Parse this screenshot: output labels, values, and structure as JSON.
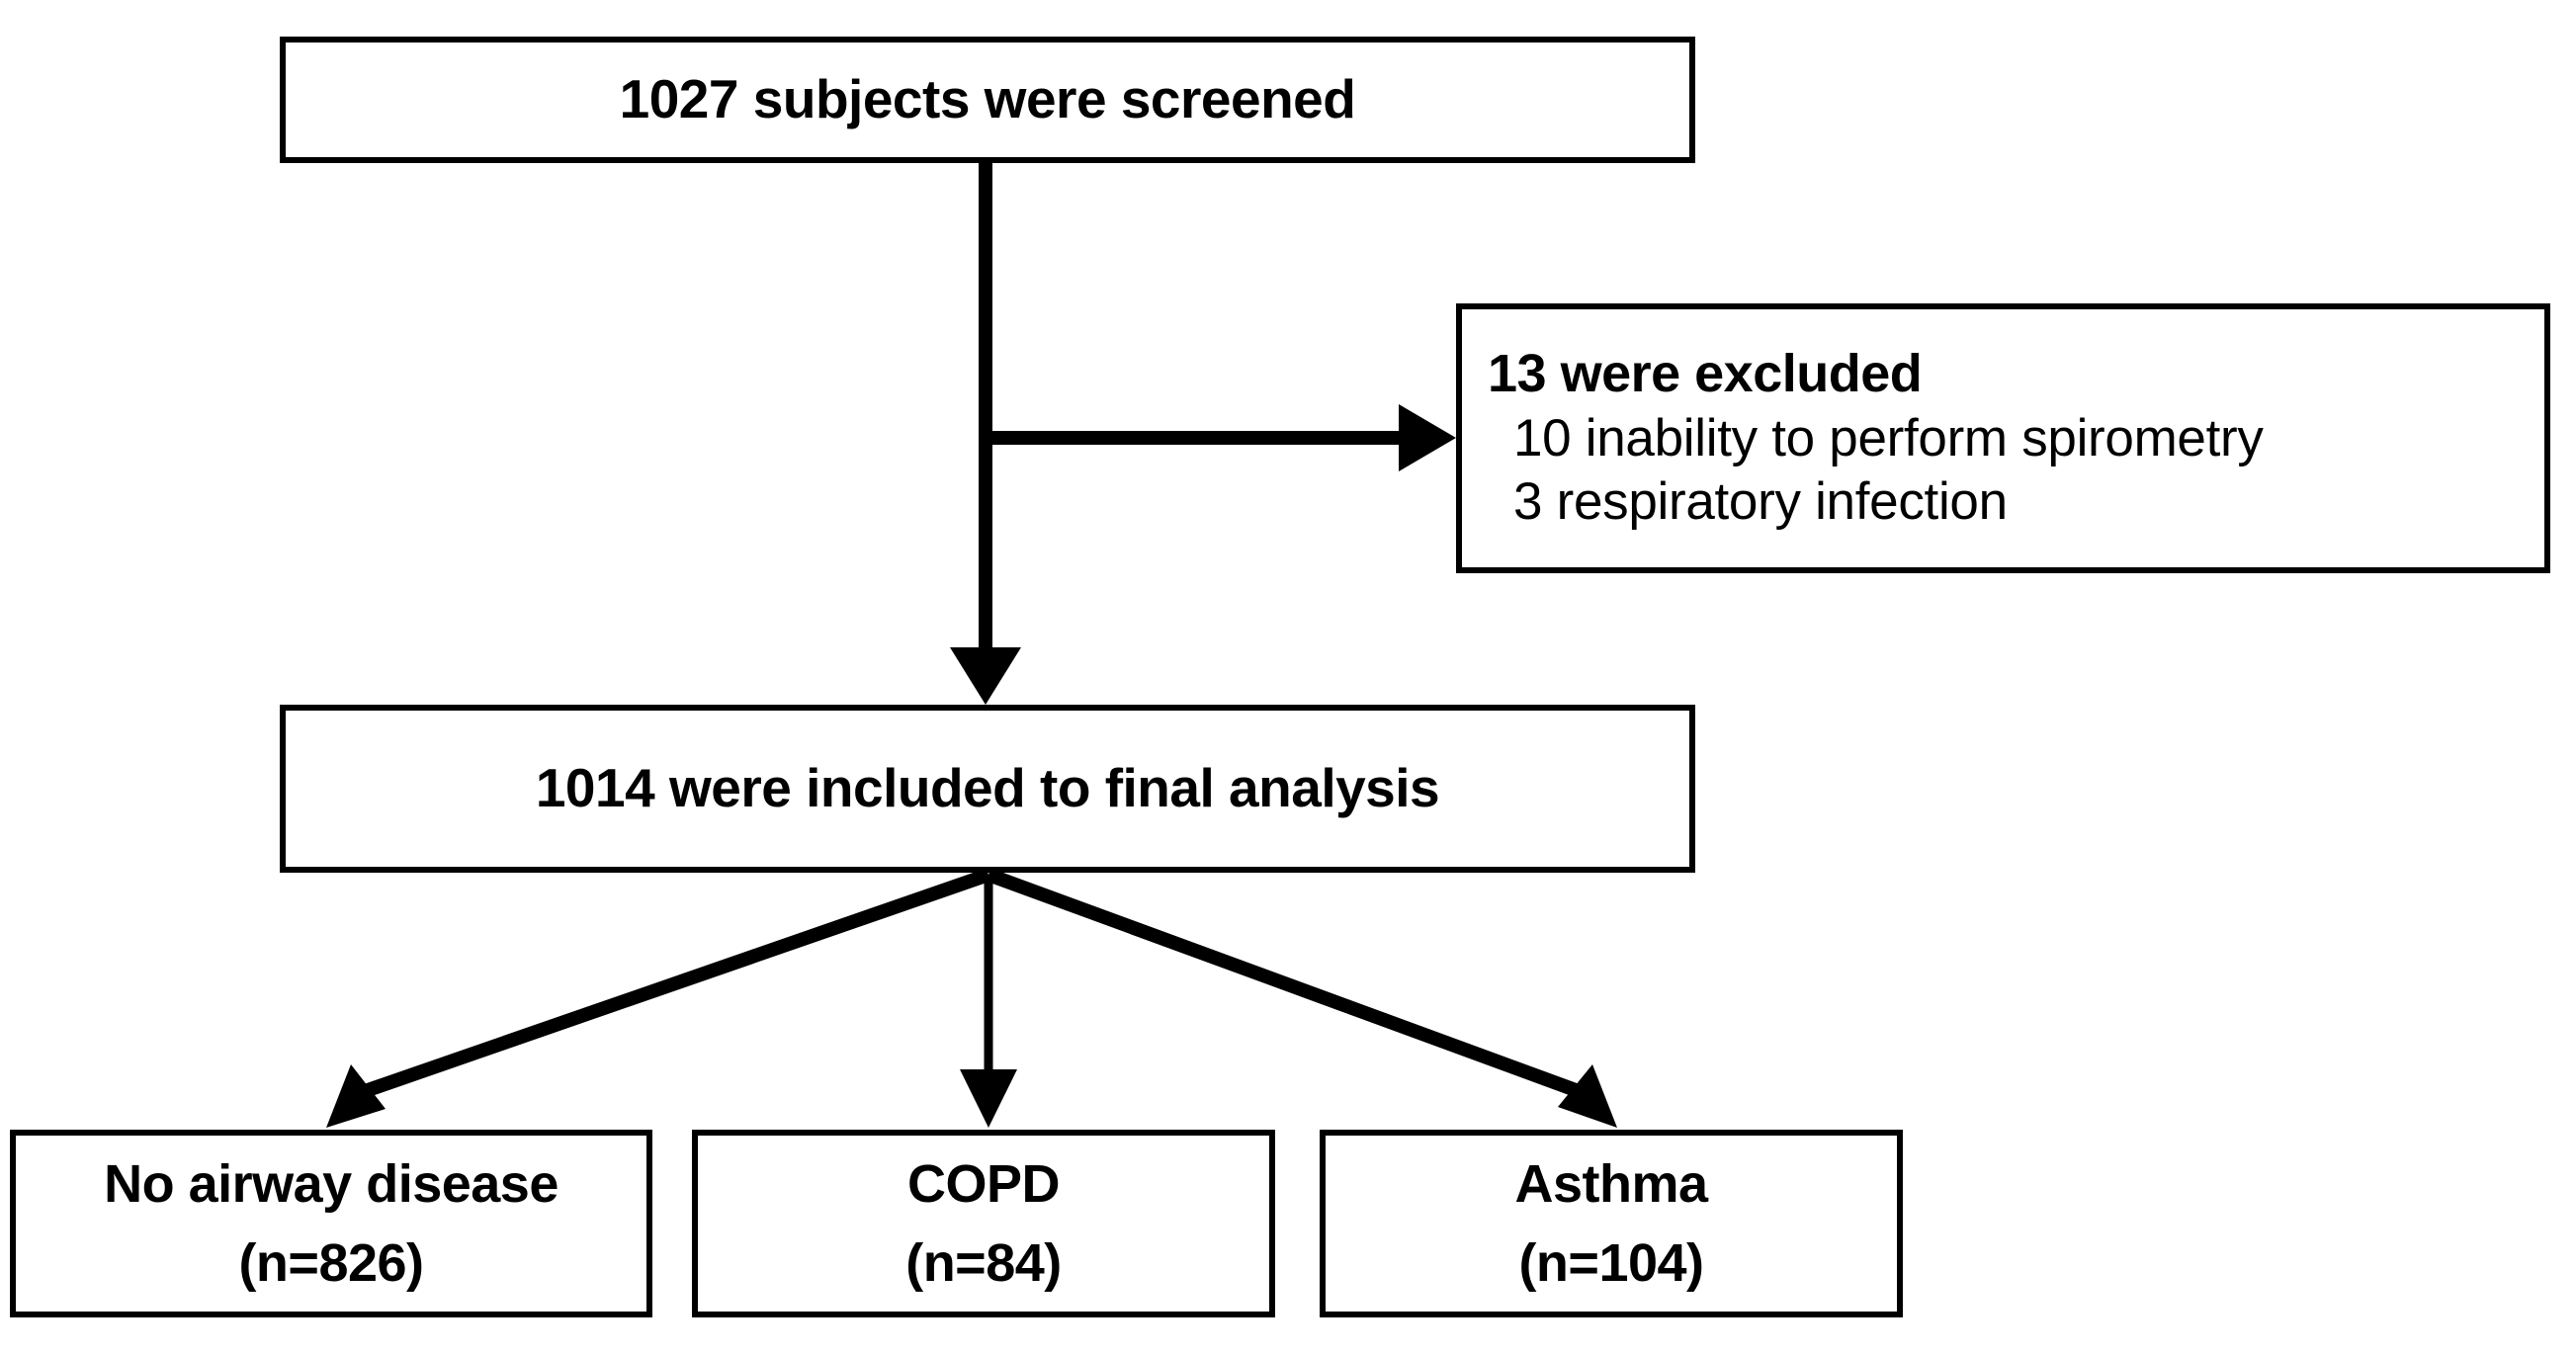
{
  "diagram": {
    "type": "study-flow-diagram",
    "nodes": {
      "screened": {
        "text": "1027 subjects were screened",
        "count": 1027
      },
      "excluded": {
        "heading": "13 were excluded",
        "count": 13,
        "reasons": [
          "10 inability to perform spirometry",
          "3 respiratory infection"
        ]
      },
      "included": {
        "text": "1014 were included to final analysis",
        "count": 1014
      },
      "groups": [
        {
          "label": "No airway disease",
          "n_label": "(n=826)",
          "n": 826
        },
        {
          "label": "COPD",
          "n_label": "(n=84)",
          "n": 84
        },
        {
          "label": "Asthma",
          "n_label": "(n=104)",
          "n": 104
        }
      ]
    },
    "colors": {
      "line": "#000000",
      "box_border": "#000000",
      "box_fill": "#ffffff",
      "text": "#000000",
      "background": "#ffffff"
    }
  }
}
